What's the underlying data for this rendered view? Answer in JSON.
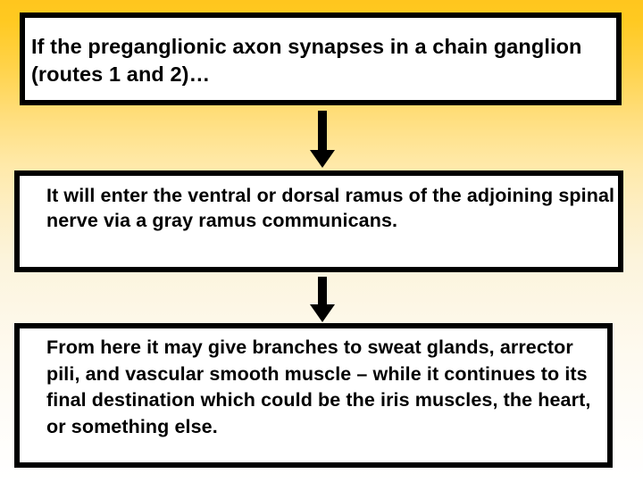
{
  "slide": {
    "background_top_color": "#FFC61E",
    "background_bottom_color": "#FFFFFF",
    "box_border_color": "#000000",
    "box_fill_color": "#FFFFFF",
    "text_color": "#000000"
  },
  "flow": {
    "steps": [
      {
        "id": "premise",
        "text": "If the preganglionic axon synapses in a chain ganglion (routes 1 and 2)…"
      },
      {
        "id": "consequence",
        "text": "It will enter the ventral or dorsal ramus of the adjoining spinal nerve via a gray ramus communicans."
      },
      {
        "id": "destination",
        "text": "From here it may give branches to sweat glands, arrector pili, and vascular smooth muscle – while it continues to its final destination which could be  the iris muscles, the heart, or something else."
      }
    ],
    "connectors": [
      {
        "id": "connector-1",
        "icon": "arrow-down-icon"
      },
      {
        "id": "connector-2",
        "icon": "arrow-down-icon"
      }
    ]
  }
}
